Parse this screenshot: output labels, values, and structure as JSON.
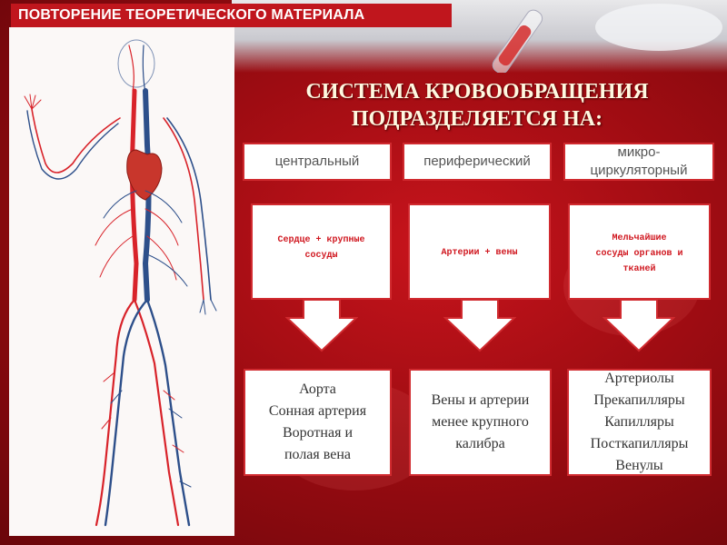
{
  "header": {
    "label": "ПОВТОРЕНИЕ ТЕОРЕТИЧЕСКОГО МАТЕРИАЛА"
  },
  "title": {
    "line1": "СИСТЕМА КРОВООБРАЩЕНИЯ",
    "line2": "ПОДРАЗДЕЛЯЕТСЯ НА:"
  },
  "columns": [
    {
      "category": "центральный",
      "components": [
        "Сердце + крупные",
        "сосуды"
      ],
      "examples": [
        "Аорта",
        "Сонная артерия",
        "Воротная и",
        "полая вена"
      ]
    },
    {
      "category": "периферический",
      "components": [
        "Артерии + вены"
      ],
      "examples": [
        "Вены и артерии",
        "менее крупного",
        "калибра"
      ]
    },
    {
      "category": [
        "микро-",
        "циркуляторный"
      ],
      "components": [
        "Мельчайшие",
        "сосуды органов и",
        "тканей"
      ],
      "examples": [
        "Артериолы",
        "Прекапилляры",
        "Капилляры",
        "Посткапилляры",
        "Венулы"
      ]
    }
  ],
  "colors": {
    "accent": "#c0161d",
    "box_border": "#d02a2f",
    "artery": "#d8232a",
    "vein": "#2d4f8a"
  },
  "image": {
    "depicts": "human-circulatory-system"
  }
}
